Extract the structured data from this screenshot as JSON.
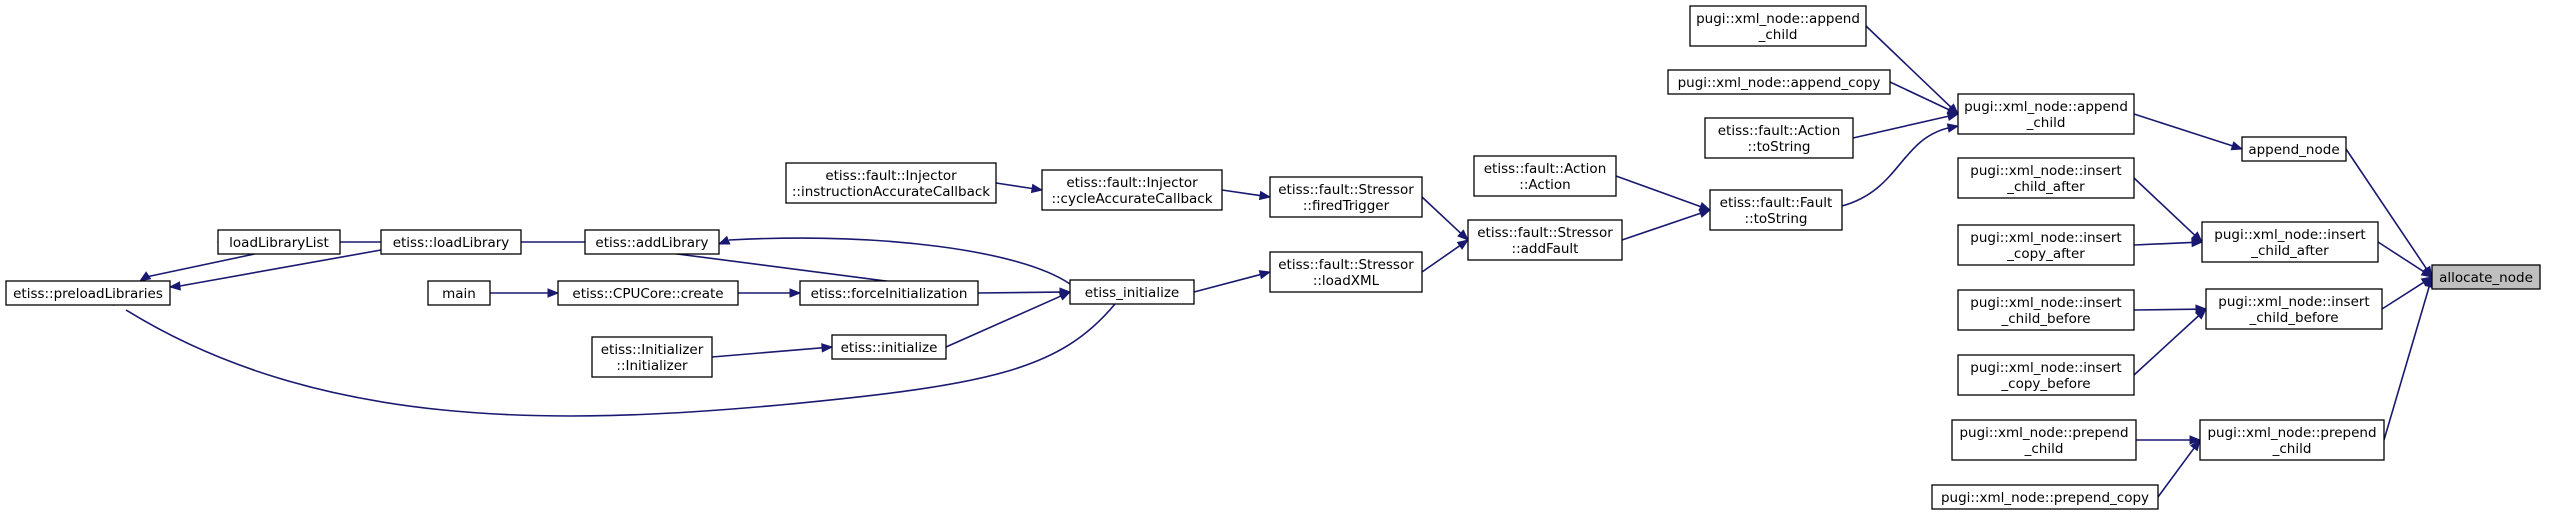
{
  "graph": {
    "focus_node": "allocate_node",
    "nodes": [
      {
        "id": "allocate_node",
        "lines": [
          "allocate_node"
        ],
        "highlight": true
      },
      {
        "id": "append_node",
        "lines": [
          "append_node"
        ]
      },
      {
        "id": "pugi_append_child",
        "lines": [
          "pugi::xml_node::append",
          "_child"
        ]
      },
      {
        "id": "pugi_append_child_2",
        "lines": [
          "pugi::xml_node::append",
          "_child"
        ]
      },
      {
        "id": "pugi_append_copy",
        "lines": [
          "pugi::xml_node::append_copy"
        ]
      },
      {
        "id": "fault_action_tostring",
        "lines": [
          "etiss::fault::Action",
          "::toString"
        ]
      },
      {
        "id": "fault_fault_tostring",
        "lines": [
          "etiss::fault::Fault",
          "::toString"
        ]
      },
      {
        "id": "fault_action_action",
        "lines": [
          "etiss::fault::Action",
          "::Action"
        ]
      },
      {
        "id": "stressor_addfault",
        "lines": [
          "etiss::fault::Stressor",
          "::addFault"
        ]
      },
      {
        "id": "stressor_firedtrigger",
        "lines": [
          "etiss::fault::Stressor",
          "::firedTrigger"
        ]
      },
      {
        "id": "stressor_loadxml",
        "lines": [
          "etiss::fault::Stressor",
          "::loadXML"
        ]
      },
      {
        "id": "injector_cycleaccurate",
        "lines": [
          "etiss::fault::Injector",
          "::cycleAccurateCallback"
        ]
      },
      {
        "id": "injector_instructionaccurate",
        "lines": [
          "etiss::fault::Injector",
          "::instructionAccurateCallback"
        ]
      },
      {
        "id": "etiss_initialize_c",
        "lines": [
          "etiss_initialize"
        ]
      },
      {
        "id": "etiss_forceinit",
        "lines": [
          "etiss::forceInitialization"
        ]
      },
      {
        "id": "etiss_initialize",
        "lines": [
          "etiss::initialize"
        ]
      },
      {
        "id": "cpucore_create",
        "lines": [
          "etiss::CPUCore::create"
        ]
      },
      {
        "id": "main",
        "lines": [
          "main"
        ]
      },
      {
        "id": "initializer",
        "lines": [
          "etiss::Initializer",
          "::Initializer"
        ]
      },
      {
        "id": "addlibrary",
        "lines": [
          "etiss::addLibrary"
        ]
      },
      {
        "id": "loadlibrary",
        "lines": [
          "etiss::loadLibrary"
        ]
      },
      {
        "id": "loadlibrarylist",
        "lines": [
          "loadLibraryList"
        ]
      },
      {
        "id": "preloadlibraries",
        "lines": [
          "etiss::preloadLibraries"
        ]
      },
      {
        "id": "insert_child_after",
        "lines": [
          "pugi::xml_node::insert",
          "_child_after"
        ]
      },
      {
        "id": "insert_child_after_2",
        "lines": [
          "pugi::xml_node::insert",
          "_child_after"
        ]
      },
      {
        "id": "insert_copy_after",
        "lines": [
          "pugi::xml_node::insert",
          "_copy_after"
        ]
      },
      {
        "id": "insert_child_before",
        "lines": [
          "pugi::xml_node::insert",
          "_child_before"
        ]
      },
      {
        "id": "insert_child_before_2",
        "lines": [
          "pugi::xml_node::insert",
          "_child_before"
        ]
      },
      {
        "id": "insert_copy_before",
        "lines": [
          "pugi::xml_node::insert",
          "_copy_before"
        ]
      },
      {
        "id": "prepend_child",
        "lines": [
          "pugi::xml_node::prepend",
          "_child"
        ]
      },
      {
        "id": "prepend_child_2",
        "lines": [
          "pugi::xml_node::prepend",
          "_child"
        ]
      },
      {
        "id": "prepend_copy",
        "lines": [
          "pugi::xml_node::prepend_copy"
        ]
      }
    ],
    "edges": [
      {
        "from": "append_node",
        "to": "allocate_node"
      },
      {
        "from": "insert_child_after",
        "to": "allocate_node"
      },
      {
        "from": "insert_child_before",
        "to": "allocate_node"
      },
      {
        "from": "prepend_child",
        "to": "allocate_node"
      },
      {
        "from": "pugi_append_child",
        "to": "append_node"
      },
      {
        "from": "pugi_append_child_2",
        "to": "pugi_append_child"
      },
      {
        "from": "pugi_append_copy",
        "to": "pugi_append_child"
      },
      {
        "from": "fault_action_tostring",
        "to": "pugi_append_child"
      },
      {
        "from": "fault_fault_tostring",
        "to": "pugi_append_child"
      },
      {
        "from": "fault_action_action",
        "to": "fault_fault_tostring"
      },
      {
        "from": "stressor_addfault",
        "to": "fault_fault_tostring"
      },
      {
        "from": "stressor_firedtrigger",
        "to": "stressor_addfault"
      },
      {
        "from": "stressor_loadxml",
        "to": "stressor_addfault"
      },
      {
        "from": "injector_cycleaccurate",
        "to": "stressor_firedtrigger"
      },
      {
        "from": "injector_instructionaccurate",
        "to": "injector_cycleaccurate"
      },
      {
        "from": "etiss_initialize_c",
        "to": "stressor_loadxml"
      },
      {
        "from": "etiss_forceinit",
        "to": "etiss_initialize_c"
      },
      {
        "from": "etiss_initialize",
        "to": "etiss_initialize_c"
      },
      {
        "from": "initializer",
        "to": "etiss_initialize"
      },
      {
        "from": "cpucore_create",
        "to": "etiss_forceinit"
      },
      {
        "from": "main",
        "to": "cpucore_create"
      },
      {
        "from": "etiss_forceinit",
        "to": "addlibrary"
      },
      {
        "from": "etiss_initialize_c",
        "to": "addlibrary"
      },
      {
        "from": "addlibrary",
        "to": "loadlibrary"
      },
      {
        "from": "loadlibrary",
        "to": "loadlibrarylist"
      },
      {
        "from": "loadlibrary",
        "to": "preloadlibraries"
      },
      {
        "from": "loadlibrarylist",
        "to": "preloadlibraries"
      },
      {
        "from": "etiss_initialize_c",
        "to": "preloadlibraries"
      },
      {
        "from": "insert_child_after_2",
        "to": "insert_child_after"
      },
      {
        "from": "insert_copy_after",
        "to": "insert_child_after"
      },
      {
        "from": "insert_child_before_2",
        "to": "insert_child_before"
      },
      {
        "from": "insert_copy_before",
        "to": "insert_child_before"
      },
      {
        "from": "prepend_child_2",
        "to": "prepend_child"
      },
      {
        "from": "prepend_copy",
        "to": "prepend_child"
      }
    ]
  },
  "colors": {
    "edge": "#191970",
    "node_border": "#000000",
    "node_fill": "#ffffff",
    "focus_fill": "#bfbfbf",
    "background": "#ffffff"
  }
}
